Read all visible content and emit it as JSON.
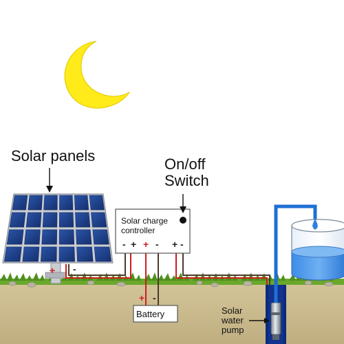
{
  "diagram": {
    "labels": {
      "solar_panels": "Solar panels",
      "switch_line1": "On/off",
      "switch_line2": "Switch",
      "controller_line1": "Solar charge",
      "controller_line2": "controller",
      "battery": "Battery",
      "pump_line1": "Solar",
      "pump_line2": "water",
      "pump_line3": "pump"
    },
    "polarity": {
      "ctrl_minus_1": "-",
      "ctrl_plus_1": "+",
      "ctrl_plus_2": "+",
      "ctrl_minus_2": "-",
      "ctrl_plus_3": "+",
      "ctrl_minus_3": "-",
      "panel_plus": "+",
      "panel_minus": "-",
      "battery_plus": "+",
      "battery_minus": "-"
    },
    "colors": {
      "moon": "#ffea1a",
      "panel_cell": "#1e3f8c",
      "panel_frame": "#c8ccd2",
      "grass": "#6aa82c",
      "soil": "#c9b98d",
      "wire_red": "#c8201c",
      "wire_dark": "#4a3a2a",
      "pipe_blue": "#1e6fd6",
      "water": "#2f7fe0",
      "borehole": "#0b2a7a"
    }
  }
}
